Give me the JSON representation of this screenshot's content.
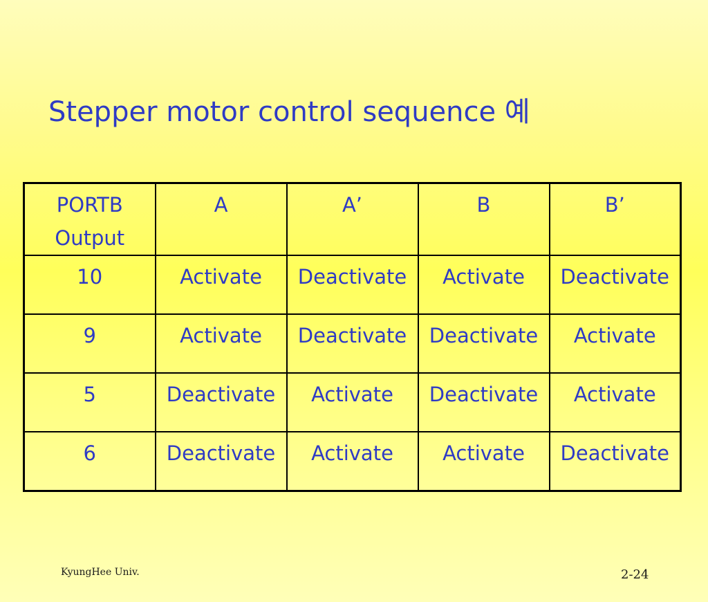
{
  "slide": {
    "title": "Stepper motor control sequence 예"
  },
  "table": {
    "header": {
      "portb_line1": "PORTB",
      "portb_line2": "Output",
      "a": "A",
      "a_prime": "A’",
      "b": "B",
      "b_prime": "B’"
    },
    "rows": [
      [
        "10",
        "Activate",
        "Deactivate",
        "Activate",
        "Deactivate"
      ],
      [
        "9",
        "Activate",
        "Deactivate",
        "Deactivate",
        "Activate"
      ],
      [
        "5",
        "Deactivate",
        "Activate",
        "Deactivate",
        "Activate"
      ],
      [
        "6",
        "Deactivate",
        "Activate",
        "Activate",
        "Deactivate"
      ]
    ]
  },
  "footer": {
    "institution": "KyungHee Univ.",
    "page_number": "2-24"
  },
  "colors": {
    "text_blue": "#2f3bc4",
    "background_yellow": "#ffff5a",
    "grid_black": "#000000"
  }
}
